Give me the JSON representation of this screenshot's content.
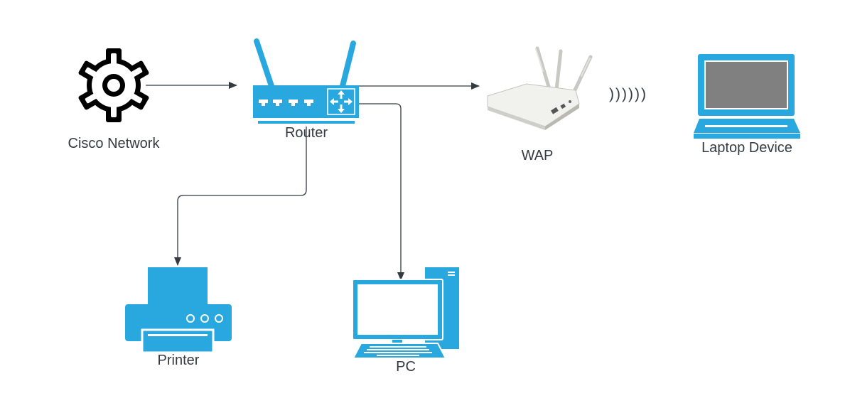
{
  "nodes": {
    "cisco_network": {
      "label": "Cisco Network",
      "icon": "gear-icon"
    },
    "router": {
      "label": "Router",
      "icon": "router-icon"
    },
    "wap": {
      "label": "WAP",
      "icon": "wireless-access-point-icon"
    },
    "laptop": {
      "label": "Laptop Device",
      "icon": "laptop-icon"
    },
    "printer": {
      "label": "Printer",
      "icon": "printer-icon"
    },
    "pc": {
      "label": "PC",
      "icon": "desktop-pc-icon"
    }
  },
  "wireless_signal": ")))))) ",
  "edges": [
    {
      "from": "cisco_network",
      "to": "router",
      "type": "arrow"
    },
    {
      "from": "router",
      "to": "wap",
      "type": "arrow"
    },
    {
      "from": "router",
      "to": "printer",
      "type": "arrow"
    },
    {
      "from": "router",
      "to": "pc",
      "type": "arrow"
    },
    {
      "from": "wap",
      "to": "laptop",
      "type": "wireless"
    }
  ],
  "colors": {
    "accent": "#29A8E0",
    "line": "#333A40",
    "text": "#333A40",
    "icon_dark": "#000000"
  }
}
